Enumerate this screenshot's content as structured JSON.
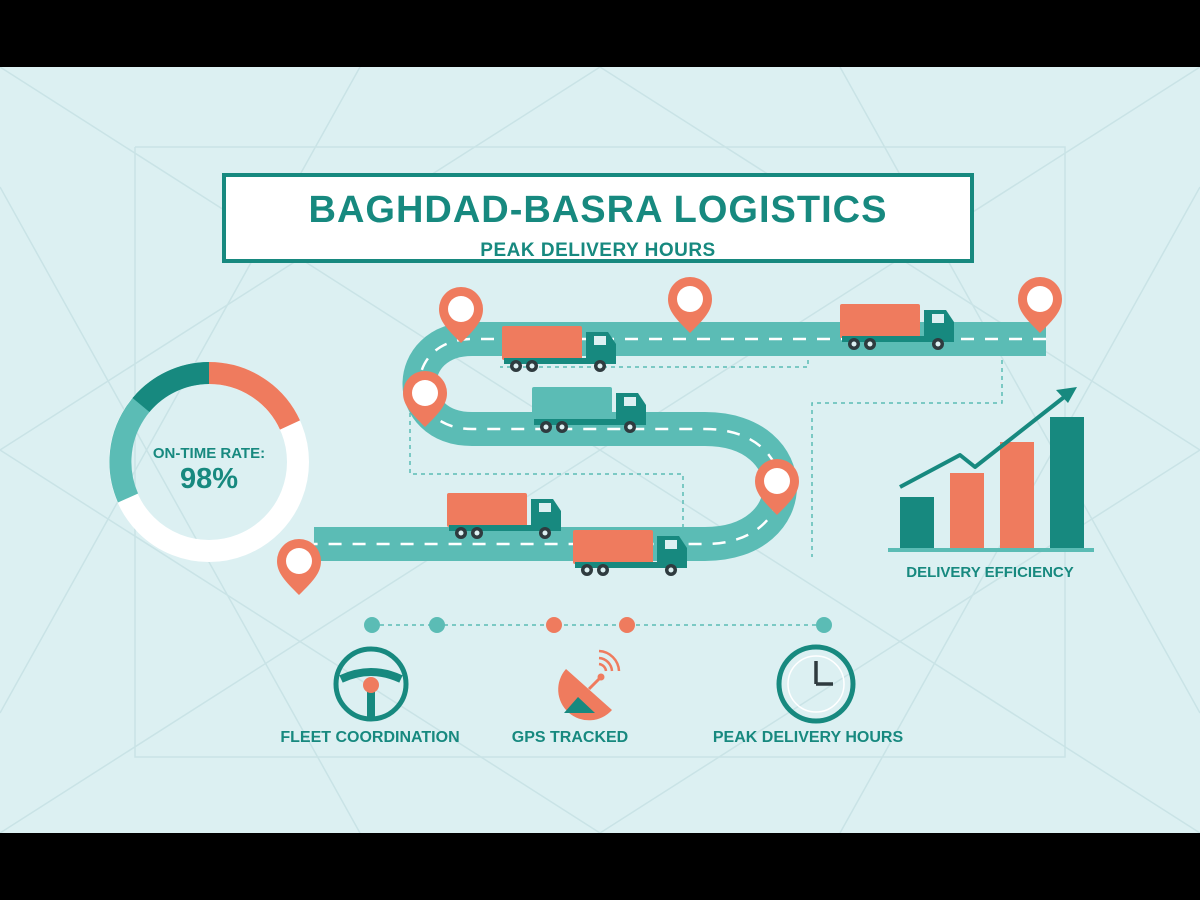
{
  "header": {
    "title": "BAGHDAD-BASRA LOGISTICS",
    "subtitle": "PEAK DELIVERY HOURS"
  },
  "ontime": {
    "label": "ON-TIME RATE:",
    "value": "98%"
  },
  "efficiency": {
    "label": "DELIVERY EFFICIENCY"
  },
  "features": [
    {
      "label": "FLEET COORDINATION",
      "icon": "steering-wheel-icon"
    },
    {
      "label": "GPS TRACKED",
      "icon": "satellite-dish-icon"
    },
    {
      "label": "PEAK DELIVERY HOURS",
      "icon": "clock-icon"
    }
  ],
  "colors": {
    "teal": "#17897f",
    "road": "#5bbcb5",
    "coral": "#ef7b5e",
    "background": "#dcf0f2"
  }
}
